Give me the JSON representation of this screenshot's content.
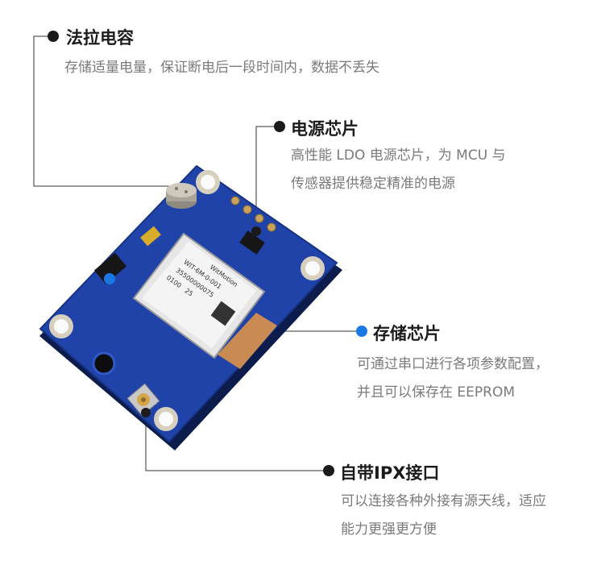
{
  "callouts": [
    {
      "title": "法拉电容",
      "lines": [
        "存储适量电量，保证断电后一段时间内，数据不丢失"
      ]
    },
    {
      "title": "电源芯片",
      "lines": [
        "高性能 LDO 电源芯片，为 MCU 与",
        "传感器提供稳定精准的电源"
      ]
    },
    {
      "title": "存储芯片",
      "lines": [
        "可通过串口进行各项参数配置，",
        "并且可以保存在 EEPROM"
      ]
    },
    {
      "title": "自带IPX接口",
      "lines": [
        "可以连接各种外接有源天线，适应",
        "能力更强更方便"
      ]
    }
  ],
  "module_label": {
    "brand": "WitMotion",
    "model": "WIT-6M-0-001",
    "serial": "35500000075",
    "code": "0100",
    "num": "25"
  },
  "colors": {
    "pcb": "#1f43a9",
    "accent_dot": "#1a78e5",
    "dark_dot": "#1b1b1b",
    "title": "#1b1b1b",
    "desc": "#7a7a7a"
  }
}
